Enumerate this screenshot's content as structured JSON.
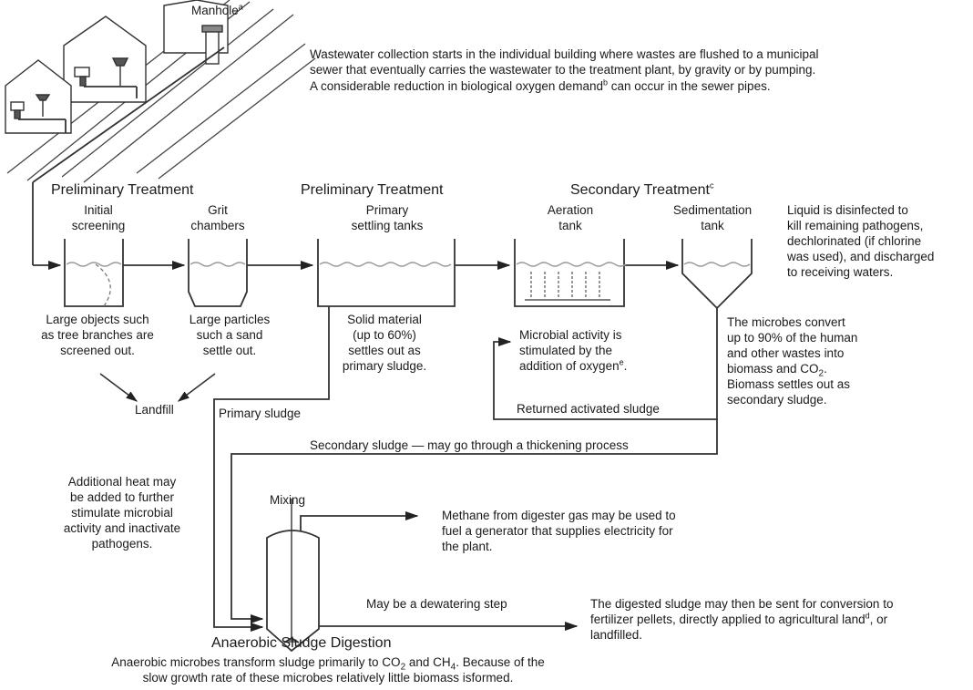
{
  "manhole": {
    "label": "Manhole",
    "sup": "a"
  },
  "intro": {
    "line1": "Wastewater collection starts in the individual building where wastes are flushed to a municipal",
    "line2": "sewer that eventually carries the wastewater to the treatment plant, by gravity or by pumping.",
    "line3_pre": "A considerable reduction in biological oxygen demand",
    "line3_sup": "b",
    "line3_post": " can occur in the sewer pipes."
  },
  "stages": {
    "preliminary1": "Preliminary Treatment",
    "preliminary2": "Preliminary Treatment",
    "secondary": "Secondary Treatment",
    "secondary_sup": "c"
  },
  "units": {
    "screening": [
      "Initial",
      "screening"
    ],
    "grit": [
      "Grit",
      "chambers"
    ],
    "primary": [
      "Primary",
      "settling tanks"
    ],
    "aeration": [
      "Aeration",
      "tank"
    ],
    "sedimentation": [
      "Sedimentation",
      "tank"
    ]
  },
  "disinfect": [
    "Liquid is disinfected to",
    "kill remaining pathogens,",
    "dechlorinated (if chlorine",
    "was used), and discharged",
    "to receiving waters."
  ],
  "notes": {
    "screening": [
      "Large objects such",
      "as tree branches are",
      "screened out."
    ],
    "grit": [
      "Large particles",
      "such a sand",
      "settle out."
    ],
    "primary": [
      "Solid material",
      "(up to 60%)",
      "settles out as",
      "primary sludge."
    ],
    "aeration": {
      "l1": "Microbial activity is",
      "l2": "stimulated by the",
      "l3_pre": "addition of oxygen",
      "l3_sup": "e",
      "l3_post": "."
    },
    "microbes": {
      "l1": "The microbes convert",
      "l2": "up to 90% of the human",
      "l3": "and other wastes into",
      "l4_pre": "biomass and CO",
      "l4_sub": "2",
      "l4_post": ".",
      "l5": "Biomass settles out as",
      "l6": "secondary sludge."
    }
  },
  "flows": {
    "landfill": "Landfill",
    "primary_sludge": "Primary sludge",
    "returned": "Returned activated sludge",
    "secondary_sludge": "Secondary sludge — may go through a thickening process",
    "mixing": "Mixing",
    "dewatering": "May be a dewatering step"
  },
  "heat": [
    "Additional heat may",
    "be added to further",
    "stimulate microbial",
    "activity and inactivate",
    "pathogens."
  ],
  "methane": [
    "Methane from digester gas may be used to",
    "fuel a generator that supplies electricity for",
    "the plant."
  ],
  "digested": {
    "l1": "The digested sludge may then be sent for conversion to",
    "l2_pre": "fertilizer pellets, directly applied to agricultural land",
    "l2_sup": "d",
    "l2_post": ", or",
    "l3": "landfilled."
  },
  "anaerobic": {
    "title": "Anaerobic Sludge Digestion",
    "l1_a": "Anaerobic microbes transform sludge primarily to CO",
    "l1_sub1": "2",
    "l1_b": " and CH",
    "l1_sub2": "4",
    "l1_c": ". Because of the",
    "l2": "slow growth rate of these microbes relatively little biomass isformed."
  },
  "colors": {
    "ink": "#1a1a1a",
    "line": "#3a3a3a",
    "water": "#9a9a9a"
  }
}
